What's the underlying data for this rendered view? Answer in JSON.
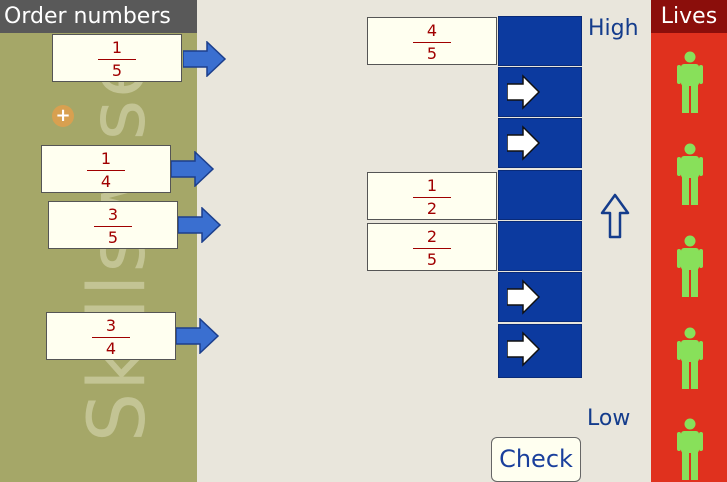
{
  "header": {
    "title": "Order numbers"
  },
  "lives": {
    "title": "Lives",
    "count": 5,
    "icon": "person-icon",
    "color": "#88e05a"
  },
  "scale": {
    "high_label": "High",
    "low_label": "Low"
  },
  "check_button": {
    "label": "Check"
  },
  "unplaced_cards": [
    {
      "numerator": "1",
      "denominator": "5"
    },
    {
      "numerator": "1",
      "denominator": "4"
    },
    {
      "numerator": "3",
      "denominator": "5"
    },
    {
      "numerator": "3",
      "denominator": "4"
    }
  ],
  "ordering_slots": [
    {
      "numerator": "4",
      "denominator": "5",
      "filled": true
    },
    {
      "filled": false
    },
    {
      "filled": false
    },
    {
      "numerator": "1",
      "denominator": "2",
      "filled": true
    },
    {
      "numerator": "2",
      "denominator": "5",
      "filled": true
    },
    {
      "filled": false
    },
    {
      "filled": false
    }
  ],
  "colors": {
    "fraction_text": "#a00000",
    "slot_blue": "#0c3a9f",
    "arrow_blue": "#3a6fd0",
    "lives_red": "#e0311e"
  }
}
